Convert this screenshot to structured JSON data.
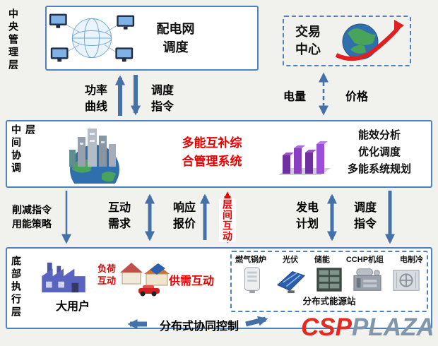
{
  "colors": {
    "box_border": "#4f81bd",
    "arrow_blue": "#4472a8",
    "accent_red": "#e60000"
  },
  "layers": {
    "central": "中央管理层",
    "middle": "中间协调层",
    "bottom": "底部执行层"
  },
  "top": {
    "dispatch": "配电网\n调度",
    "trade": "交易\n中心"
  },
  "flows_top": {
    "power_curve": "功率\n曲线",
    "dispatch_cmd": "调度\n指令",
    "energy": "电量",
    "price": "价格"
  },
  "middle": {
    "system_title": "多能互补综\n合管理系统",
    "functions": "能效分析\n优化调度\n多能系统规划"
  },
  "flows_mid": {
    "cut_cmd": "削减指令\n用能策略",
    "demand": "互动\n需求",
    "quote": "响应\n报价",
    "interlayer": "层间互动",
    "gen_plan": "发电\n计划",
    "dispatch_cmd": "调度\n指令"
  },
  "bottom": {
    "load_interact": "负荷\n互动",
    "big_user": "大用户",
    "supply_demand": "供需互动",
    "equipment": [
      "燃气锅炉",
      "光伏",
      "储能",
      "CCHP机组",
      "电制冷"
    ],
    "station": "分布式能源站",
    "control": "分布式协同控制"
  },
  "watermark": {
    "csp": "CSP",
    "plaza": "PLAZA"
  }
}
